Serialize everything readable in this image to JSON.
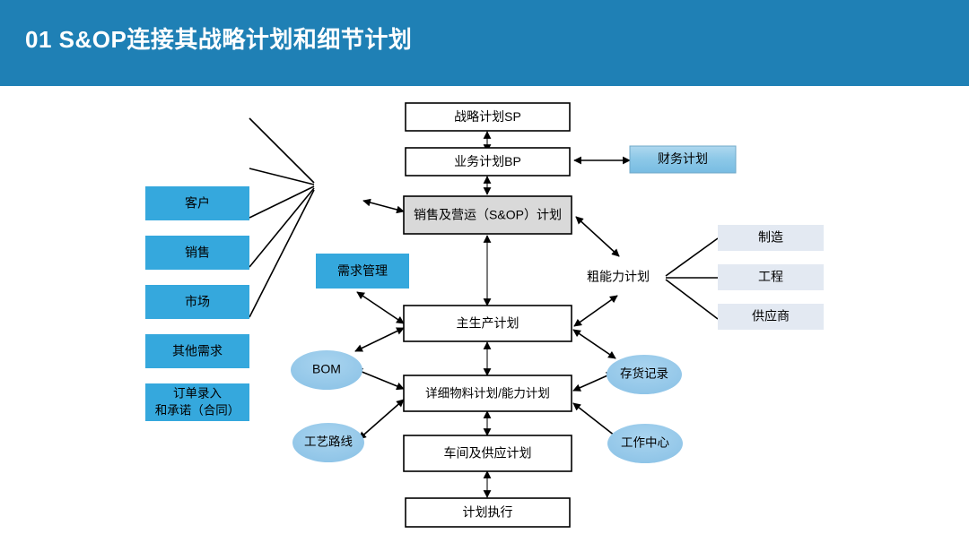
{
  "header": {
    "title": "01 S&OP连接其战略计划和细节计划",
    "background_color": "#1F80B5",
    "text_color": "#FFFFFF"
  },
  "colors": {
    "accent_blue": "#35A8DD",
    "header_blue": "#1F80B5",
    "sop_gray": "#D9D9D9",
    "ellipse_blue": "#93C6E8",
    "finance_blue": "#8EC9E8",
    "right_box_gray": "#E3E9F2",
    "line": "#000000"
  },
  "diagram": {
    "type": "flow-diagram",
    "demand_inputs": [
      {
        "id": "customer",
        "label": "客户",
        "style": "blue-box"
      },
      {
        "id": "sales",
        "label": "销售",
        "style": "blue-box"
      },
      {
        "id": "market",
        "label": "市场",
        "style": "blue-box"
      },
      {
        "id": "other-demand",
        "label": "其他需求",
        "style": "blue-box"
      },
      {
        "id": "order-entry",
        "label_line1": "订单录入",
        "label_line2": "和承诺（合同）",
        "style": "blue-box"
      }
    ],
    "demand_management": {
      "id": "demand-management",
      "label": "需求管理",
      "style": "blue-box"
    },
    "plan_chain": [
      {
        "id": "strategic-plan",
        "label": "战略计划SP",
        "style": "white-box"
      },
      {
        "id": "business-plan",
        "label": "业务计划BP",
        "style": "white-box"
      },
      {
        "id": "sop-plan",
        "label": "销售及营运（S&OP）计划",
        "style": "gray-box"
      },
      {
        "id": "master-production-plan",
        "label": "主生产计划",
        "style": "white-box"
      },
      {
        "id": "detailed-material-capacity-plan",
        "label": "详细物料计划/能力计划",
        "style": "white-box"
      },
      {
        "id": "shop-supply-plan",
        "label": "车间及供应计划",
        "style": "white-box"
      },
      {
        "id": "plan-execution",
        "label": "计划执行",
        "style": "white-box"
      }
    ],
    "finance_plan": {
      "id": "finance-plan",
      "label": "财务计划",
      "style": "gradient-blue-box"
    },
    "rough_capacity_plan": {
      "id": "rough-capacity-plan",
      "label": "粗能力计划",
      "style": "plain-text"
    },
    "resources": [
      {
        "id": "manufacturing",
        "label": "制造",
        "style": "light-gray-box"
      },
      {
        "id": "engineering",
        "label": "工程",
        "style": "light-gray-box"
      },
      {
        "id": "supplier",
        "label": "供应商",
        "style": "light-gray-box"
      }
    ],
    "left_ellipses": [
      {
        "id": "bom",
        "label": "BOM",
        "style": "blue-ellipse"
      },
      {
        "id": "routing",
        "label": "工艺路线",
        "style": "blue-ellipse"
      }
    ],
    "right_ellipses": [
      {
        "id": "inventory-record",
        "label": "存货记录",
        "style": "blue-ellipse"
      },
      {
        "id": "work-center",
        "label": "工作中心",
        "style": "blue-ellipse"
      }
    ]
  }
}
